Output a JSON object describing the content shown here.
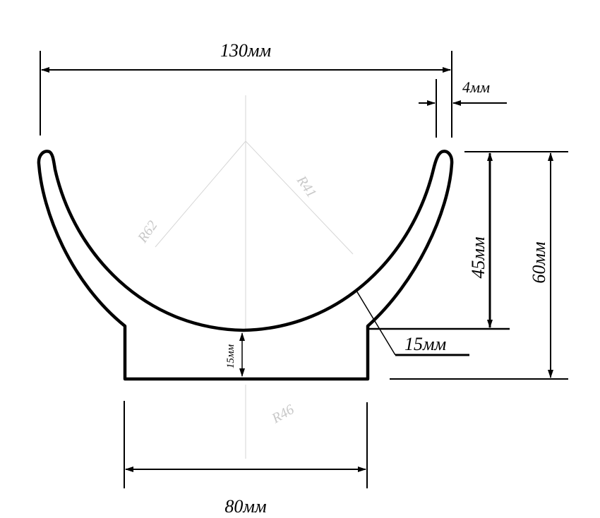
{
  "dimensions": {
    "top_width": "130мм",
    "wall_thickness": "4мм",
    "inner_depth": "45мм",
    "total_height": "60мм",
    "base_height_center": "15мм",
    "base_height_side": "15мм",
    "base_width": "80мм"
  },
  "faint_labels": [
    "R62",
    "R41",
    "R46"
  ],
  "colors": {
    "line": "#000000",
    "faint": "#c8c8c8",
    "background": "#ffffff"
  }
}
